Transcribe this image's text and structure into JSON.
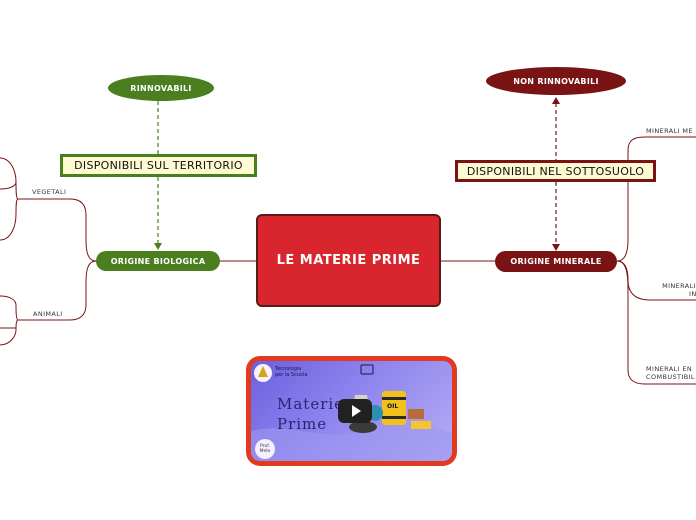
{
  "central": {
    "label": "LE MATERIE PRIME"
  },
  "left": {
    "origin": "ORIGINE BIOLOGICA",
    "box": "DISPONIBILI SUL TERRITORIO",
    "oval": "RINNOVABILI",
    "branches": [
      "VEGETALI",
      "ANIMALI"
    ]
  },
  "right": {
    "origin": "ORIGINE MINERALE",
    "box": "DISPONIBILI NEL SOTTOSUOLO",
    "oval": "NON RINNOVABILI",
    "branches": [
      [
        "MINERALI ME"
      ],
      [
        "MINERALI",
        "IN"
      ],
      [
        "MINERALI EN",
        "COMBUSTIBIL"
      ]
    ]
  },
  "video": {
    "logo_line1": "Tecnologia",
    "logo_line2": "per la Scuola",
    "title_line1": "Materie",
    "title_line2": "Prime",
    "author_line1": "Prof.",
    "author_line2": "Mele",
    "oil_label": "OIL"
  },
  "colors": {
    "central": "#d9262e",
    "green": "#4a7e1f",
    "dark_red": "#7a1414",
    "box_fill": "#fefbd2",
    "left_branch": "#7a1414"
  }
}
